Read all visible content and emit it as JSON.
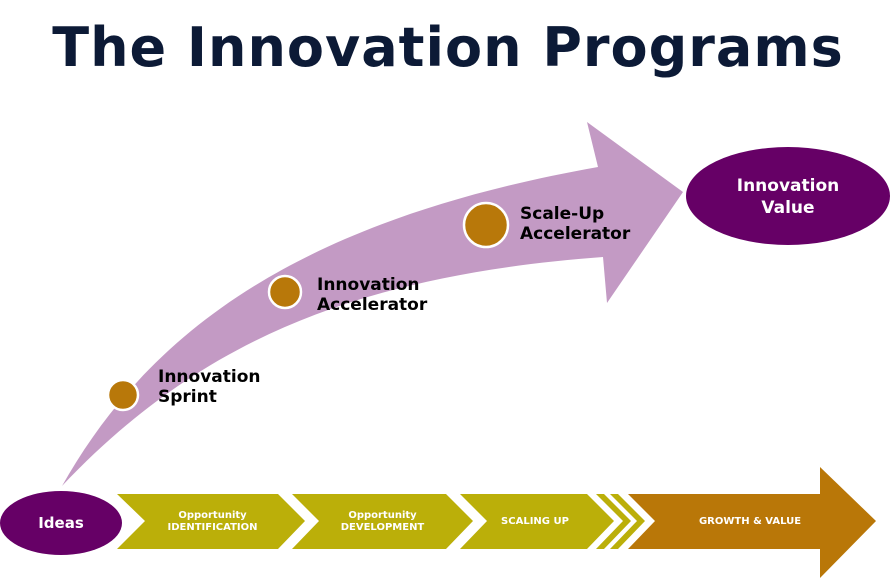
{
  "title": "The Innovation Programs",
  "colors": {
    "title": "#0c1a36",
    "curved_arrow": "#c39ac4",
    "milestone_dot": "#b8780a",
    "oval": "#660066",
    "chevron": "#bbaf09",
    "growth_arrow": "#b97708"
  },
  "start_node": {
    "label": "Ideas"
  },
  "end_node": {
    "label_line1": "Innovation",
    "label_line2": "Value"
  },
  "milestones": [
    {
      "line1": "Innovation",
      "line2": "Sprint"
    },
    {
      "line1": "Innovation",
      "line2": "Accelerator"
    },
    {
      "line1": "Scale-Up",
      "line2": "Accelerator"
    }
  ],
  "stages": [
    {
      "line1": "Opportunity",
      "line2": "IDENTIFICATION"
    },
    {
      "line1": "Opportunity",
      "line2": "DEVELOPMENT"
    },
    {
      "line1": "SCALING UP",
      "line2": ""
    },
    {
      "line1": "GROWTH & VALUE",
      "line2": ""
    }
  ]
}
